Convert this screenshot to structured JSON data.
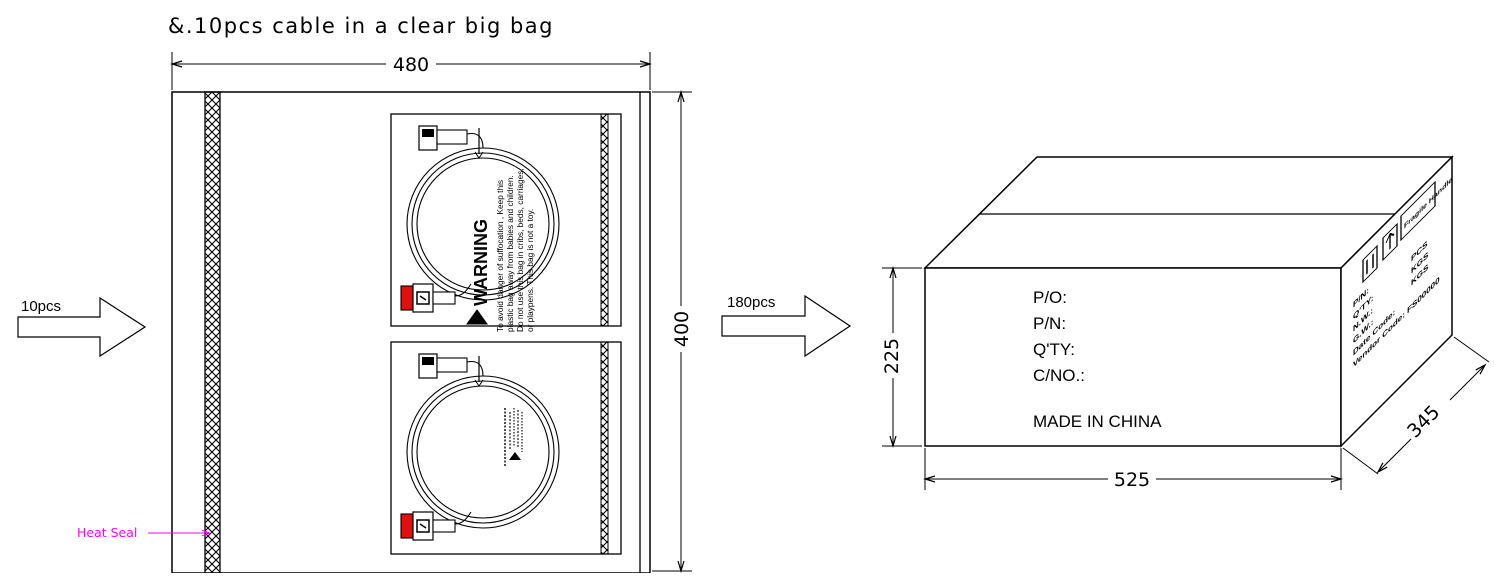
{
  "title": "&.10pcs cable in a clear big bag",
  "bag": {
    "width_dim": "480",
    "height_dim": "400",
    "heat_seal_label": "Heat Seal",
    "in_arrow_label": "10pcs",
    "warning": {
      "heading": "WARNING",
      "lines": [
        "To avoid danger of suffocation , Keep this",
        "plastic bag away from babies and children.",
        "Do not use this bag in cribs, beds, carriages,",
        "or playpens. This bag is not a toy."
      ]
    }
  },
  "carton": {
    "in_arrow_label": "180pcs",
    "width_dim": "525",
    "height_dim": "225",
    "depth_dim": "345",
    "front_labels": {
      "po": "P/O:",
      "pn": "P/N:",
      "qty": "Q'TY:",
      "cno": "C/NO.:",
      "made_in": "MADE IN CHINA"
    },
    "side_labels": {
      "pn": "P/N:",
      "qty": "Q'TY:",
      "nw": "N.W.:",
      "gw": "G.W.:",
      "date_code": "Date Code:",
      "vendor_code": "Vendor Code: FS00000",
      "pcs": "PCS",
      "kgs1": "KGS",
      "kgs2": "KGS",
      "fragile": "Fragile Handle"
    }
  },
  "colors": {
    "line": "#000000",
    "heat_seal": "#ff00ff",
    "connector_red": "#e01010"
  }
}
